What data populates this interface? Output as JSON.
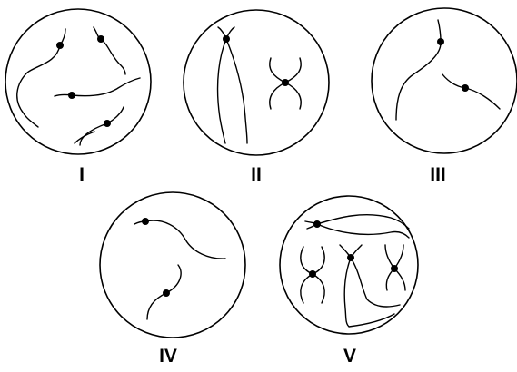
{
  "figure": {
    "cells": [
      {
        "label": "I"
      },
      {
        "label": "II"
      },
      {
        "label": "III"
      },
      {
        "label": "IV"
      },
      {
        "label": "V"
      }
    ]
  }
}
